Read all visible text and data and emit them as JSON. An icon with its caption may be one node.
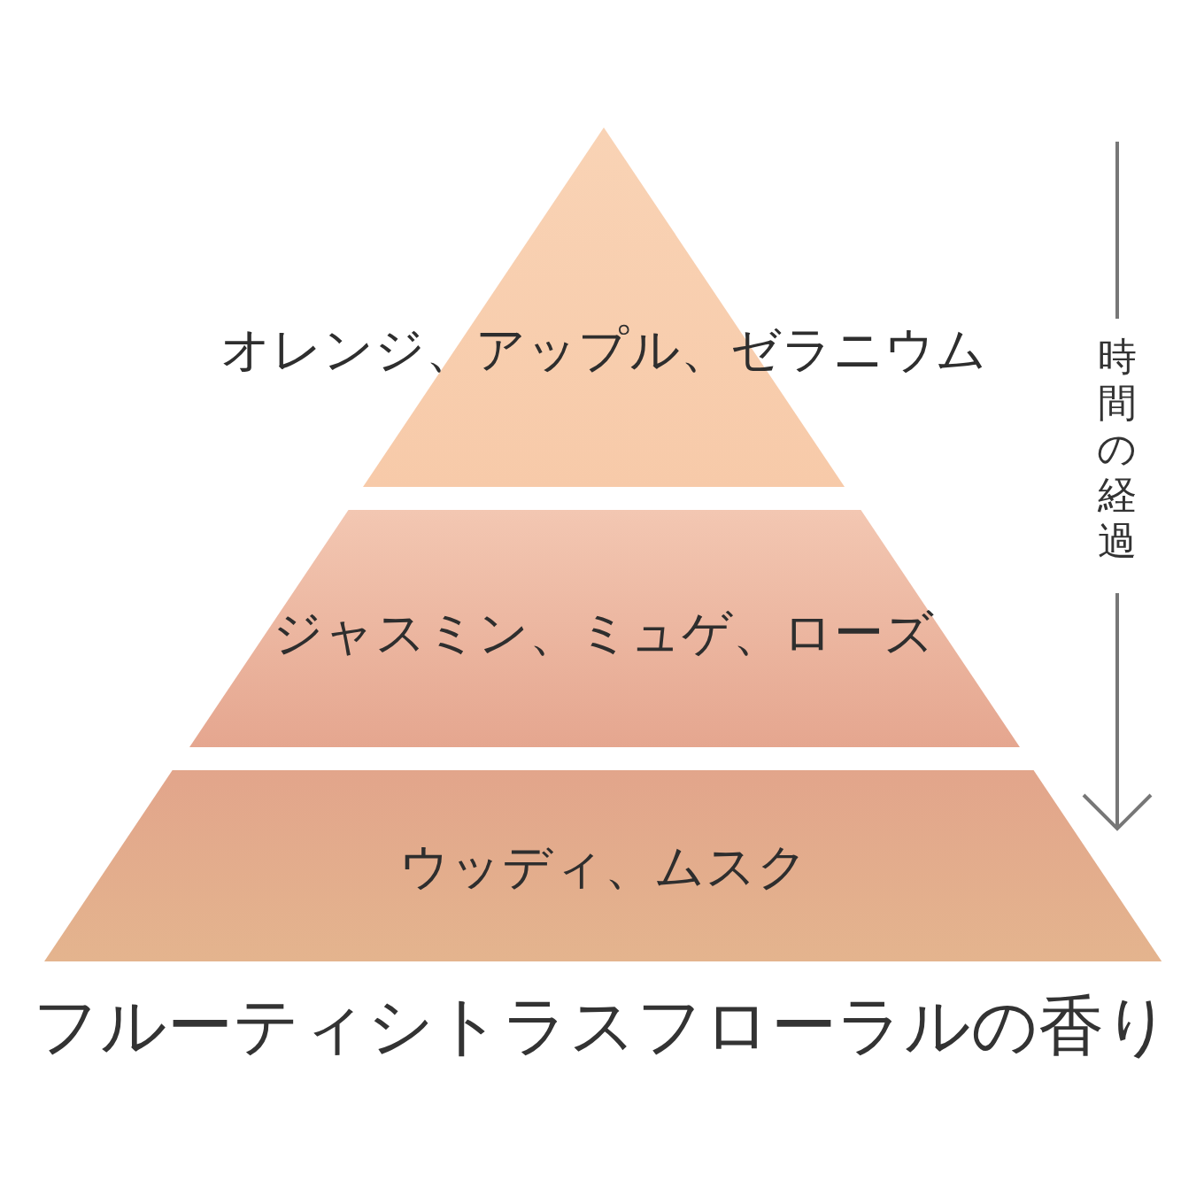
{
  "diagram": {
    "title": "フルーティシトラスフローラルの香り",
    "nodes": [
      {
        "text": [
          "オレンジ、アップル、ゼラニウム"
        ]
      },
      {
        "text": [
          "ジャスミン、ミュゲ、ローズ"
        ]
      },
      {
        "text": [
          "ウッディ、ムスク"
        ]
      }
    ],
    "labels": [
      "時間の経過"
    ]
  }
}
